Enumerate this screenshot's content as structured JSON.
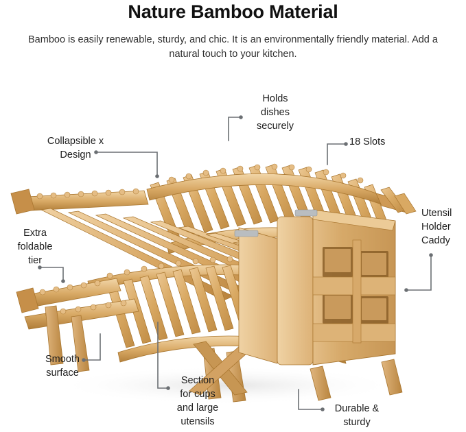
{
  "header": {
    "title": "Nature Bamboo Material",
    "subtitle": "Bamboo is easily renewable, sturdy, and chic. It is an environmentally friendly material. Add a natural touch to your kitchen."
  },
  "product": {
    "name": "Collapsible bamboo dish drying rack",
    "material": "bamboo"
  },
  "callouts": [
    {
      "id": "collapsible-x-design",
      "text": "Collapsible x\nDesign",
      "align": "center"
    },
    {
      "id": "holds-dishes-securely",
      "text": "Holds\ndishes\nsecurely",
      "align": "center"
    },
    {
      "id": "18-slots",
      "text": "18 Slots",
      "align": "left"
    },
    {
      "id": "utensil-holder-caddy",
      "text": "Utensil\nHolder\nCaddy",
      "align": "left"
    },
    {
      "id": "extra-foldable-tier",
      "text": "Extra\nfoldable\ntier",
      "align": "center"
    },
    {
      "id": "smooth-surface",
      "text": "Smooth\nsurface",
      "align": "center"
    },
    {
      "id": "section-for-cups",
      "text": "Section\nfor cups\nand large\nutensils",
      "align": "center"
    },
    {
      "id": "durable-and-sturdy",
      "text": "Durable &\nsturdy",
      "align": "center"
    }
  ],
  "colors": {
    "background": "#ffffff",
    "title_text": "#111111",
    "body_text": "#2f2f2f",
    "callout_text": "#1c1c1c",
    "leader_line": "#6b6f73",
    "bamboo_light": "#e7c08b",
    "bamboo_mid": "#d8a761",
    "bamboo_dark": "#bb8540",
    "bamboo_shadow": "#9d6c2e",
    "metal_bracket": "#b9bdc0"
  }
}
